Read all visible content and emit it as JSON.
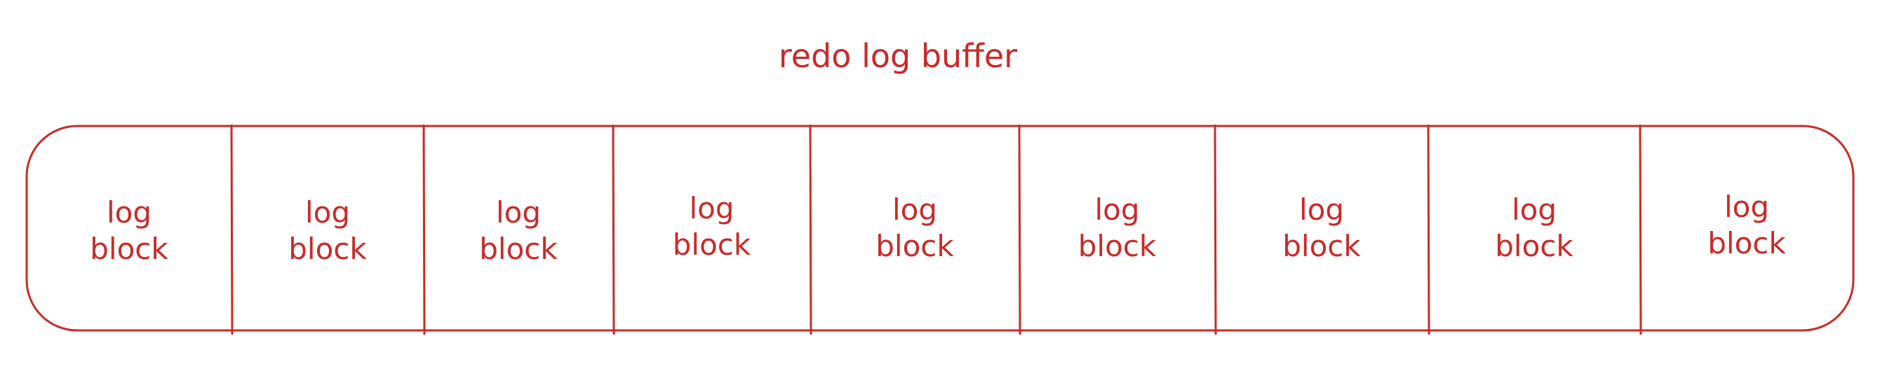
{
  "title": "redo log buffer",
  "blocks": [
    {
      "line1": "log",
      "line2": "block"
    },
    {
      "line1": "log",
      "line2": "block"
    },
    {
      "line1": "log",
      "line2": "block"
    },
    {
      "line1": "log",
      "line2": "block"
    },
    {
      "line1": "log",
      "line2": "block"
    },
    {
      "line1": "log",
      "line2": "block"
    },
    {
      "line1": "log",
      "line2": "block"
    },
    {
      "line1": "log",
      "line2": "block"
    },
    {
      "line1": "log",
      "line2": "block"
    }
  ],
  "colors": {
    "stroke": "#c92a2a",
    "text": "#c92a2a",
    "background": "#ffffff"
  }
}
